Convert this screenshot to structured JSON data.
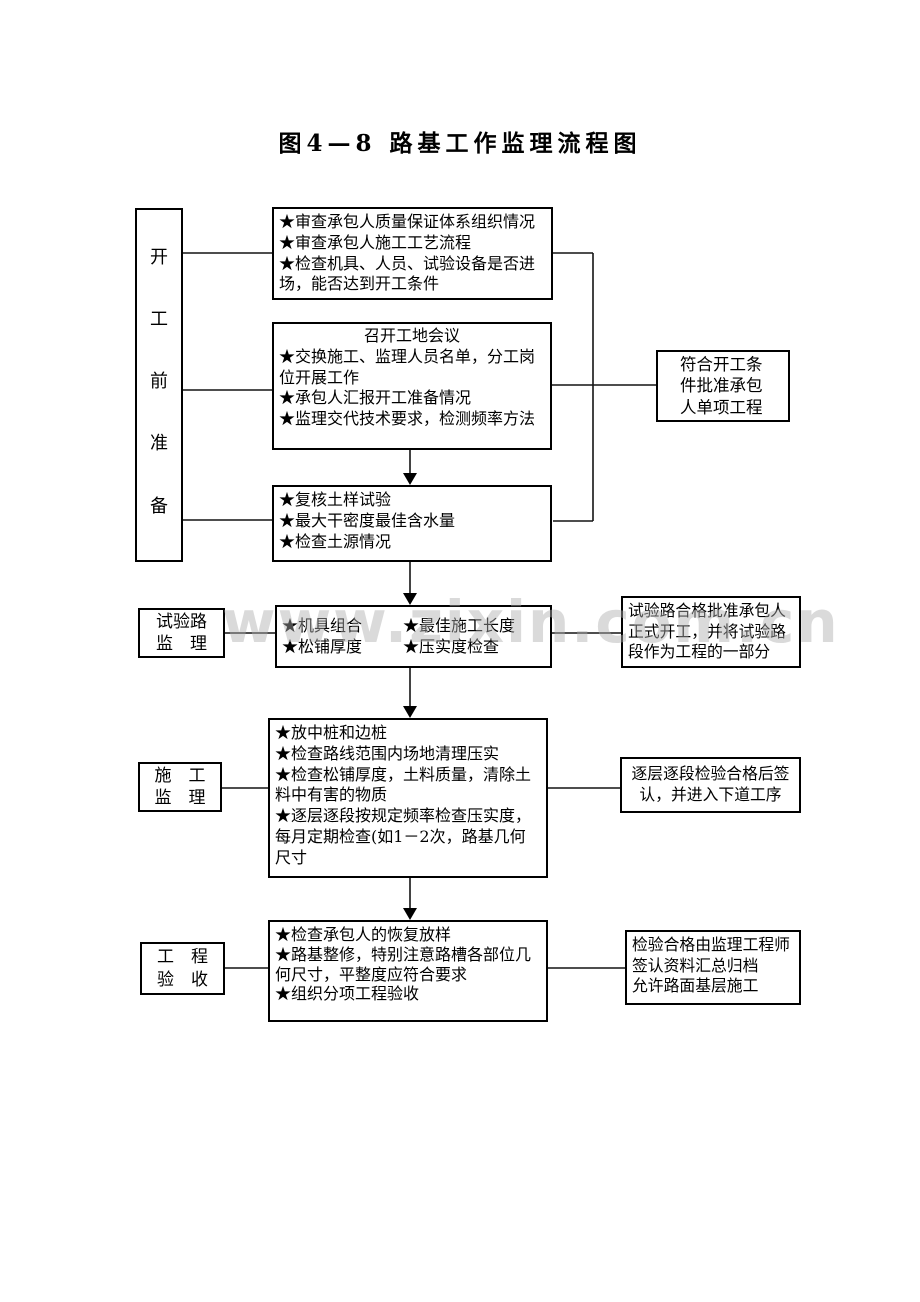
{
  "page": {
    "title": "图4—8  路基工作监理流程图",
    "watermark": "www.zixin.com.cn"
  },
  "stages": {
    "prep": {
      "chars": [
        "开",
        "工",
        "前",
        "准",
        "备"
      ]
    },
    "trial": {
      "line1": "试验路",
      "line2": "监　理"
    },
    "construction": {
      "line1": "施　工",
      "line2": "监　理"
    },
    "acceptance": {
      "line1": "工　程",
      "line2": "验　收"
    }
  },
  "boxes": {
    "review": {
      "lines": [
        "★审查承包人质量保证体系组织情况",
        "★审查承包人施工工艺流程",
        "★检查机具、人员、试验设备是否进场，能否达到开工条件"
      ]
    },
    "meeting": {
      "title": "召开工地会议",
      "lines": [
        "★交换施工、监理人员名单，分工岗位开展工作",
        "★承包人汇报开工准备情况",
        "★监理交代技术要求，检测频率方法"
      ]
    },
    "soil": {
      "lines": [
        "★复核土样试验",
        "★最大干密度最佳含水量",
        "★检查土源情况"
      ]
    },
    "approve": {
      "text": "符合开工条件批准承包人单项工程"
    },
    "equip": {
      "col1": [
        "★机具组合",
        "★松铺厚度"
      ],
      "col2": [
        "★最佳施工长度",
        "★压实度检查"
      ]
    },
    "trial_result": {
      "text": "试验路合格批准承包人正式开工，并将试验路段作为工程的一部分"
    },
    "main_supervision": {
      "lines": [
        "★放中桩和边桩",
        "★检查路线范围内场地清理压实",
        "★检查松铺厚度，土料质量，清除土料中有害的物质",
        "★逐层逐段按规定频率检查压实度，每月定期检查(如1－2次，路基几何尺寸"
      ]
    },
    "sign": {
      "text": "逐层逐段检验合格后签认，并进入下道工序"
    },
    "final": {
      "lines": [
        "★检查承包人的恢复放样",
        "★路基整修，特别注意路槽各部位几\n何尺寸，平整度应符合要求",
        "★组织分项工程验收"
      ]
    },
    "archive": {
      "lines": [
        "检验合格由监理工程师",
        "签认资料汇总归档",
        "允许路面基层施工"
      ]
    }
  }
}
